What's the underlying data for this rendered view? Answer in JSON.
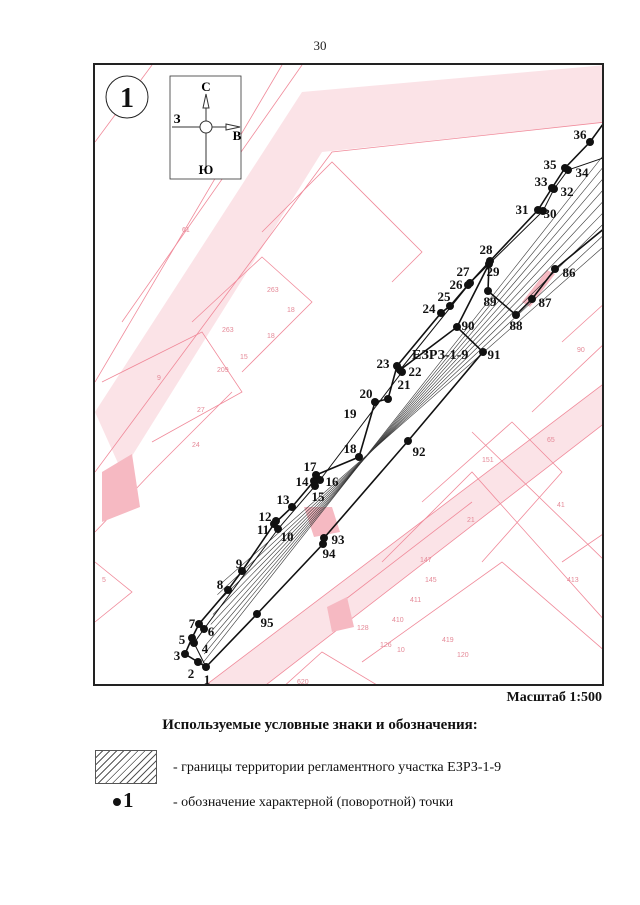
{
  "page_number": "30",
  "map": {
    "sheet_number": "1",
    "compass": {
      "north": "С",
      "south": "Ю",
      "east": "В",
      "west": "З"
    },
    "zone_label": "ЕЗРЗ-1-9",
    "colors": {
      "boundary": "#111111",
      "cadastral": "#f08a9a",
      "highlight": "#f6b9c2"
    },
    "parcel_labels": [
      "61",
      "263",
      "18",
      "263",
      "18",
      "15",
      "209",
      "27",
      "24",
      "9",
      "151",
      "65",
      "21",
      "147",
      "145",
      "411",
      "410",
      "128",
      "126",
      "10",
      "419",
      "120",
      "413",
      "620",
      "90",
      "41",
      "5"
    ],
    "points": [
      {
        "id": "1"
      },
      {
        "id": "2"
      },
      {
        "id": "3"
      },
      {
        "id": "4"
      },
      {
        "id": "5"
      },
      {
        "id": "6"
      },
      {
        "id": "7"
      },
      {
        "id": "8"
      },
      {
        "id": "9"
      },
      {
        "id": "10"
      },
      {
        "id": "11"
      },
      {
        "id": "12"
      },
      {
        "id": "13"
      },
      {
        "id": "14"
      },
      {
        "id": "15"
      },
      {
        "id": "16"
      },
      {
        "id": "17"
      },
      {
        "id": "18"
      },
      {
        "id": "19"
      },
      {
        "id": "20"
      },
      {
        "id": "21"
      },
      {
        "id": "22"
      },
      {
        "id": "23"
      },
      {
        "id": "24"
      },
      {
        "id": "25"
      },
      {
        "id": "26"
      },
      {
        "id": "27"
      },
      {
        "id": "28"
      },
      {
        "id": "29"
      },
      {
        "id": "30"
      },
      {
        "id": "31"
      },
      {
        "id": "32"
      },
      {
        "id": "33"
      },
      {
        "id": "34"
      },
      {
        "id": "35"
      },
      {
        "id": "36"
      },
      {
        "id": "86"
      },
      {
        "id": "87"
      },
      {
        "id": "88"
      },
      {
        "id": "89"
      },
      {
        "id": "90"
      },
      {
        "id": "91"
      },
      {
        "id": "92"
      },
      {
        "id": "93"
      },
      {
        "id": "94"
      },
      {
        "id": "95"
      }
    ]
  },
  "scale": "Масштаб 1:500",
  "legend": {
    "title": "Используемые условные знаки и обозначения:",
    "items": [
      {
        "symbol": "hatched-rectangle",
        "text": "- границы территории регламентного участка ЕЗРЗ-1-9"
      },
      {
        "symbol": "point",
        "symbol_text": "1",
        "text": "- обозначение характерной (поворотной) точки"
      }
    ]
  }
}
